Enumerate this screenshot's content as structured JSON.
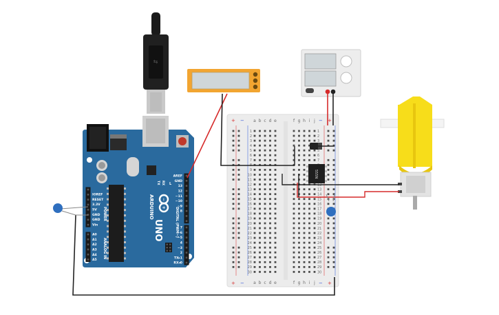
{
  "arduino": {
    "brand": "ARDUINO",
    "model": "UNO",
    "power_header": "POWER",
    "analog_header": "ANALOG IN",
    "digital_header": "DIGITAL (PWM~)",
    "reset_label": "RESET",
    "tx_label": "TX",
    "rx_label": "RX",
    "led_l_label": "L",
    "power_pins": [
      "IOREF",
      "RESET",
      "3.3V",
      "5V",
      "GND",
      "GND",
      "Vin"
    ],
    "analog_pins": [
      "A0",
      "A1",
      "A2",
      "A3",
      "A4",
      "A5"
    ],
    "digital_top_pins": [
      "AREF",
      "GND",
      "13",
      "12",
      "~11",
      "~10",
      "~9",
      "8"
    ],
    "digital_bottom_pins": [
      "7",
      "~6",
      "~5",
      "4",
      "~3",
      "2",
      "TX▸1",
      "RX◂0"
    ]
  },
  "breadboard": {
    "column_letters_left": [
      "a",
      "b",
      "c",
      "d",
      "e"
    ],
    "column_letters_right": [
      "f",
      "g",
      "h",
      "i",
      "j"
    ],
    "rail_plus": "+",
    "rail_minus": "−",
    "row_numbers": [
      "1",
      "2",
      "3",
      "4",
      "5",
      "6",
      "7",
      "8",
      "9",
      "10",
      "11",
      "12",
      "13",
      "14",
      "15",
      "16",
      "17",
      "18",
      "19",
      "20",
      "21",
      "22",
      "23",
      "24",
      "25",
      "26",
      "27",
      "28",
      "29",
      "30"
    ]
  },
  "ic": {
    "label": "555N"
  },
  "colors": {
    "arduino_blue": "#2a6a9e",
    "breadboard": "#ececec",
    "multimeter": "#f2a531",
    "motor_yellow": "#f7dd1a",
    "wire_red": "#d62a2a",
    "wire_black": "#222222",
    "capacitor_blue": "#2f6fbf"
  }
}
